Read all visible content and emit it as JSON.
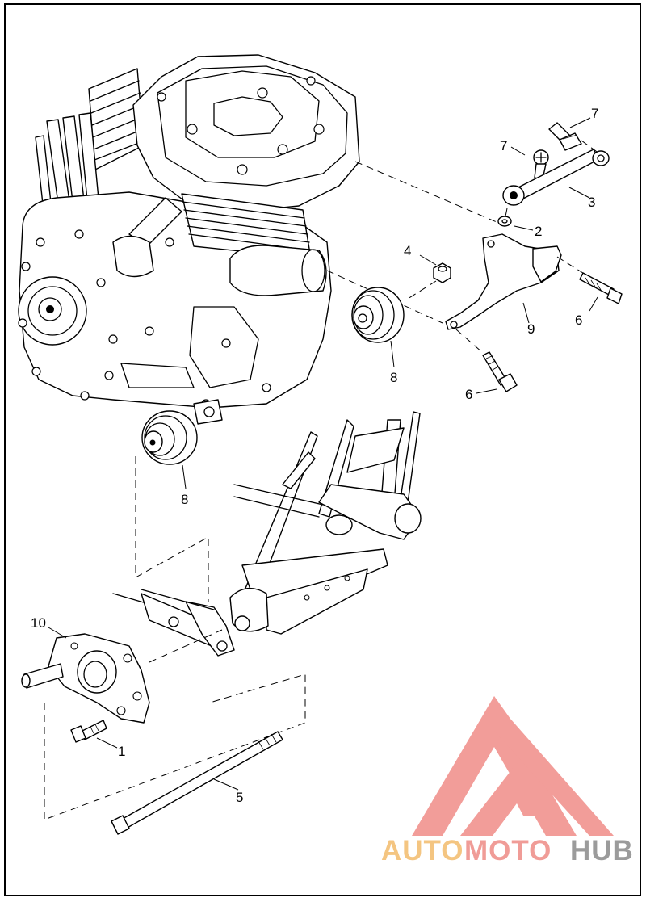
{
  "callouts": [
    {
      "id": "c7a",
      "label": "7"
    },
    {
      "id": "c7b",
      "label": "7"
    },
    {
      "id": "c3",
      "label": "3"
    },
    {
      "id": "c2",
      "label": "2"
    },
    {
      "id": "c4",
      "label": "4"
    },
    {
      "id": "c6a",
      "label": "6"
    },
    {
      "id": "c9",
      "label": "9"
    },
    {
      "id": "c8a",
      "label": "8"
    },
    {
      "id": "c6b",
      "label": "6"
    },
    {
      "id": "c8b",
      "label": "8"
    },
    {
      "id": "c10",
      "label": "10"
    },
    {
      "id": "c1",
      "label": "1"
    },
    {
      "id": "c5",
      "label": "5"
    }
  ],
  "watermark": {
    "text_auto": "AUTO",
    "text_moto": "MOTO",
    "text_hub": "HUB",
    "colors": {
      "auto": "#f3bb6c",
      "moto": "#ee8b86",
      "hub": "#8a8a8a",
      "triangle": "#f08c88"
    }
  },
  "footer_text": ""
}
